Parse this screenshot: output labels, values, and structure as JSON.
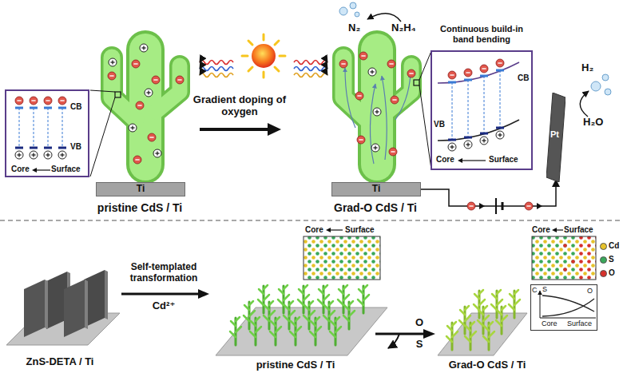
{
  "diagram": {
    "nodes": [
      {
        "text": [
          "CB",
          "VB",
          "Core",
          "Surface"
        ]
      },
      {
        "text": [
          "Ti"
        ]
      },
      {
        "text": [
          "Continuous build-in band bending",
          "CB",
          "VB",
          "Core",
          "Surface"
        ]
      },
      {
        "text": [
          "Ti"
        ]
      },
      {
        "text": [
          "Pt"
        ]
      },
      {
        "text": [
          "Core",
          "Surface"
        ]
      },
      {
        "text": [
          "Core",
          "Surface"
        ]
      },
      {
        "text": [
          "C",
          "S",
          "O",
          "Core",
          "Surface"
        ]
      }
    ],
    "edges": [
      {
        "from": 3,
        "to": 4,
        "arrow": "to"
      }
    ],
    "labels": [
      "pristine CdS / Ti",
      "Gradient doping of oxygen",
      "N₂",
      "N₂H₄",
      "Grad-O CdS / Ti",
      "H₂",
      "H₂O",
      "ZnS-DETA / Ti",
      "Self-templated transformation",
      "Cd²⁺",
      "pristine CdS / Ti",
      "O",
      "S",
      "Grad-O CdS / Ti"
    ],
    "legend": [
      {
        "text": "Cd",
        "color": "#e6c22a"
      },
      {
        "text": "S",
        "color": "#3aa85a"
      },
      {
        "text": "O",
        "color": "#d6302a"
      }
    ]
  }
}
